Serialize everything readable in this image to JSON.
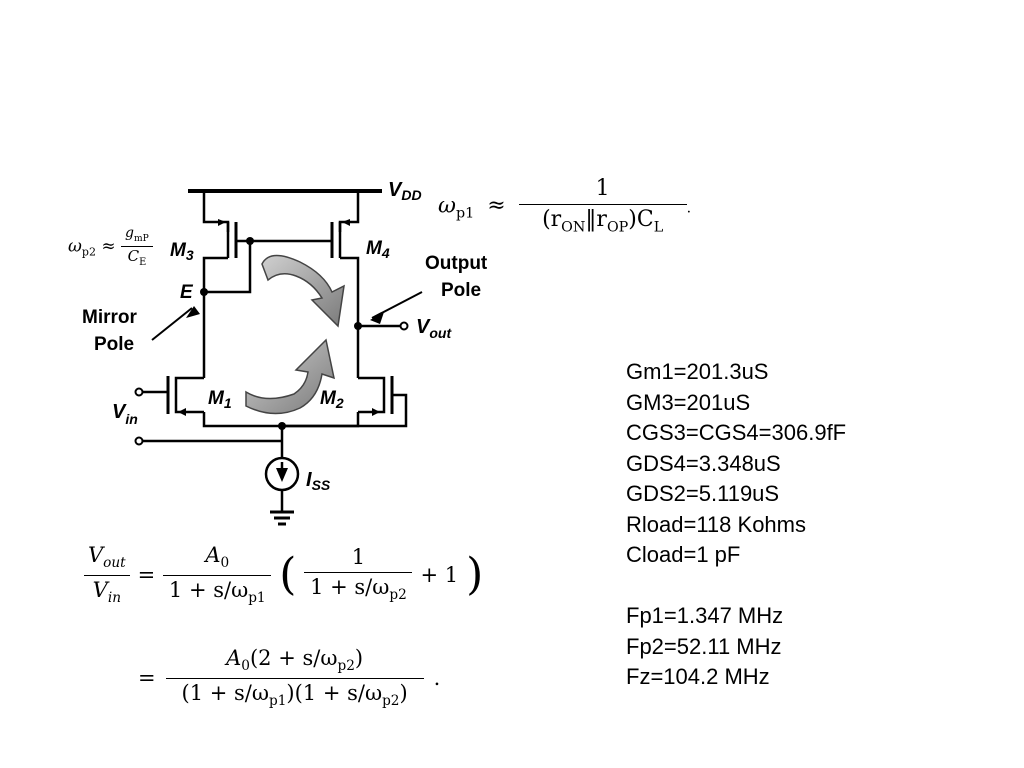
{
  "circuit": {
    "labels": {
      "vdd": "V",
      "vdd_sub": "DD",
      "m3": "M",
      "m3_sub": "3",
      "m4": "M",
      "m4_sub": "4",
      "m1": "M",
      "m1_sub": "1",
      "m2": "M",
      "m2_sub": "2",
      "node_e": "E",
      "mirror_pole_line1": "Mirror",
      "mirror_pole_line2": "Pole",
      "output_pole_line1": "Output",
      "output_pole_line2": "Pole",
      "vout": "V",
      "vout_sub": "out",
      "vin": "V",
      "vin_sub": "in",
      "iss": "I",
      "iss_sub": "SS"
    }
  },
  "equations": {
    "wp2": {
      "lhs": "ω",
      "lhs_sub": "p2",
      "approx": "≈",
      "num": "g",
      "num_sub": "mP",
      "den": "C",
      "den_sub": "E"
    },
    "wp1": {
      "lhs": "ω",
      "lhs_sub": "p1",
      "approx": "≈",
      "num": "1",
      "den_open": "(r",
      "den_on": "ON",
      "den_par": "‖r",
      "den_op": "OP",
      "den_close": ")C",
      "den_l": "L",
      "tail": "."
    },
    "transfer": {
      "lhs_num": "V",
      "lhs_num_sub": "out",
      "lhs_den": "V",
      "lhs_den_sub": "in",
      "eq": "=",
      "a0": "A",
      "a0_sub": "0",
      "den1": "1 + s/ω",
      "den1_sub": "p1",
      "inner_num": "1",
      "inner_den": "1 + s/ω",
      "inner_den_sub": "p2",
      "plus1": "+ 1",
      "line2_num": "A",
      "line2_num_sub": "0",
      "line2_num_rest": "(2 + s/ω",
      "line2_num_sub2": "p2",
      "line2_num_close": ")",
      "line2_den_a": "(1 + s/ω",
      "line2_den_a_sub": "p1",
      "line2_den_b": ")(1 + s/ω",
      "line2_den_b_sub": "p2",
      "line2_den_close": ")",
      "period": "."
    }
  },
  "parameters": {
    "items": [
      "Gm1=201.3uS",
      "GM3=201uS",
      "CGS3=CGS4=306.9fF",
      "GDS4=3.348uS",
      "GDS2=5.119uS",
      "Rload=118 Kohms",
      "Cload=1 pF"
    ],
    "results": [
      "Fp1=1.347 MHz",
      "Fp2=52.11 MHz",
      "Fz=104.2 MHz"
    ]
  }
}
